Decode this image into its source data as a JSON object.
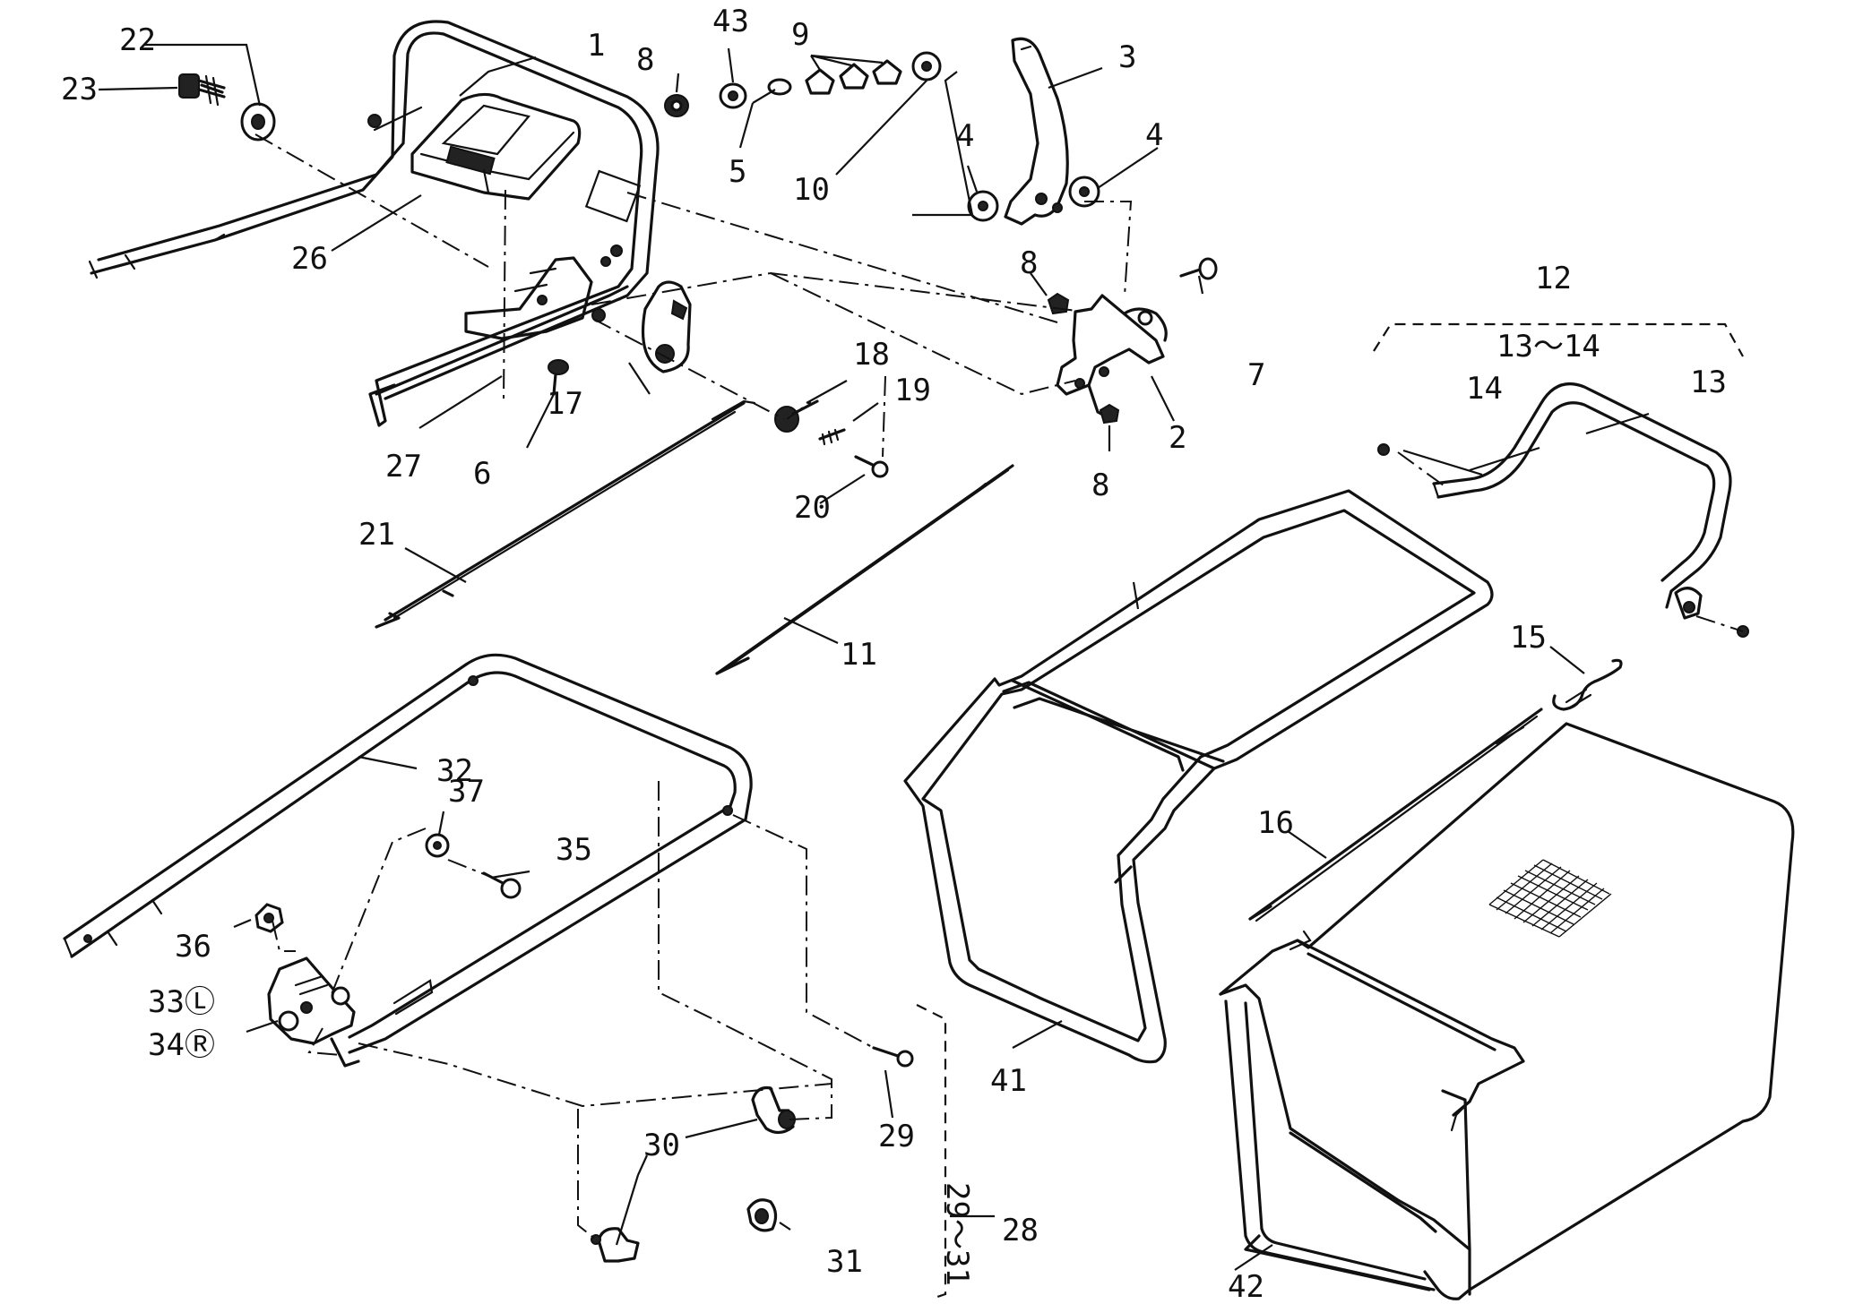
{
  "callouts": {
    "c1": "1",
    "c2": "2",
    "c3": "3",
    "c4a": "4",
    "c4b": "4",
    "c5": "5",
    "c6": "6",
    "c7": "7",
    "c8a": "8",
    "c8b": "8",
    "c8c": "8",
    "c9": "9",
    "c10": "10",
    "c11": "11",
    "c12": "12",
    "c13": "13",
    "c13_14": "13～14",
    "c14": "14",
    "c15": "15",
    "c16": "16",
    "c17": "17",
    "c18": "18",
    "c19": "19",
    "c20": "20",
    "c21": "21",
    "c22": "22",
    "c23": "23",
    "c26": "26",
    "c27": "27",
    "c28": "28",
    "c29": "29",
    "c29_31": "29～31",
    "c30": "30",
    "c31": "31",
    "c32": "32",
    "c33": "33Ⓛ",
    "c34": "34Ⓡ",
    "c35": "35",
    "c36": "36",
    "c37": "37",
    "c41": "41",
    "c42": "42",
    "c43": "43"
  }
}
